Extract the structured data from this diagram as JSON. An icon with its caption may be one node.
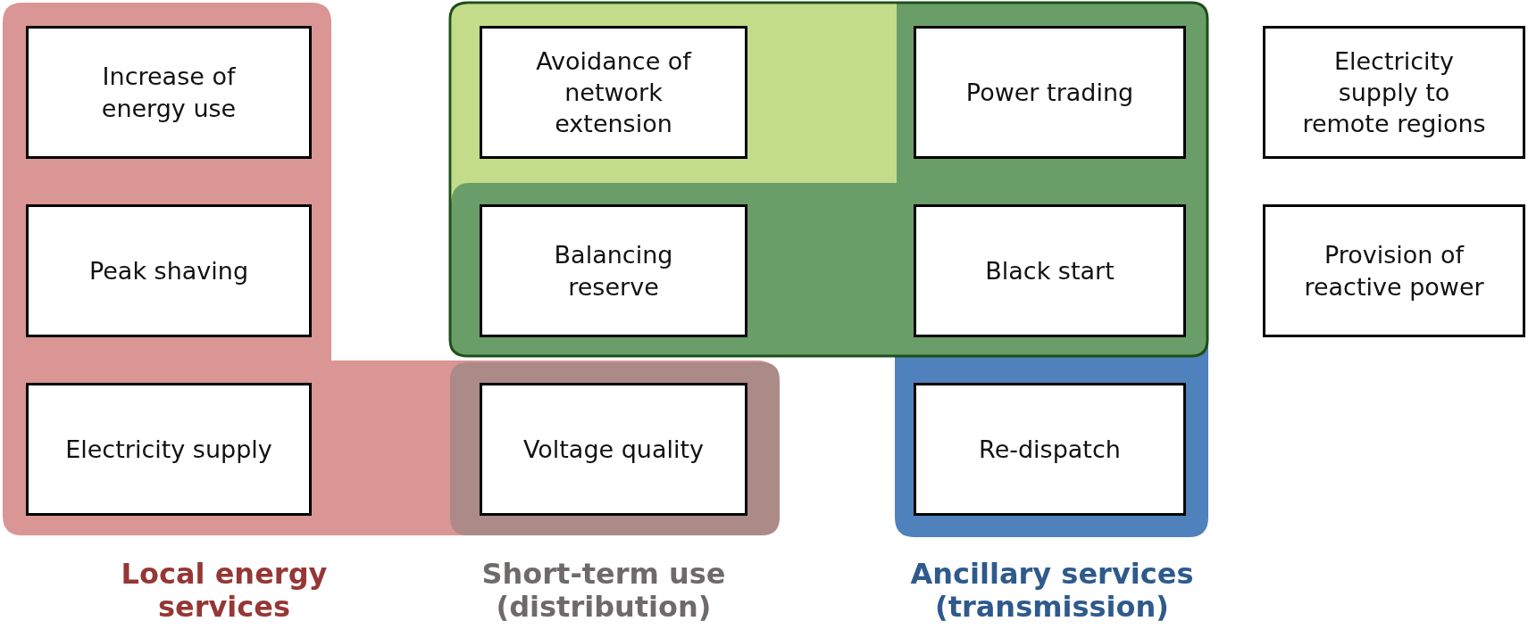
{
  "diagram": {
    "nodes": [
      {
        "text": [
          "Increase of energy use"
        ]
      },
      {
        "text": [
          "Peak shaving"
        ]
      },
      {
        "text": [
          "Electricity supply"
        ]
      },
      {
        "text": [
          "Avoidance of network extension"
        ]
      },
      {
        "text": [
          "Balancing reserve"
        ]
      },
      {
        "text": [
          "Power trading"
        ]
      },
      {
        "text": [
          "Black start"
        ]
      },
      {
        "text": [
          "Electricity supply to remote regions"
        ]
      },
      {
        "text": [
          "Provision of reactive power"
        ]
      },
      {
        "text": [
          "Voltage quality"
        ]
      },
      {
        "text": [
          "Re-dispatch"
        ]
      }
    ],
    "labels": [
      "Local energy services",
      "Short-term use (distribution)",
      "Ancillary services (transmission)"
    ]
  }
}
